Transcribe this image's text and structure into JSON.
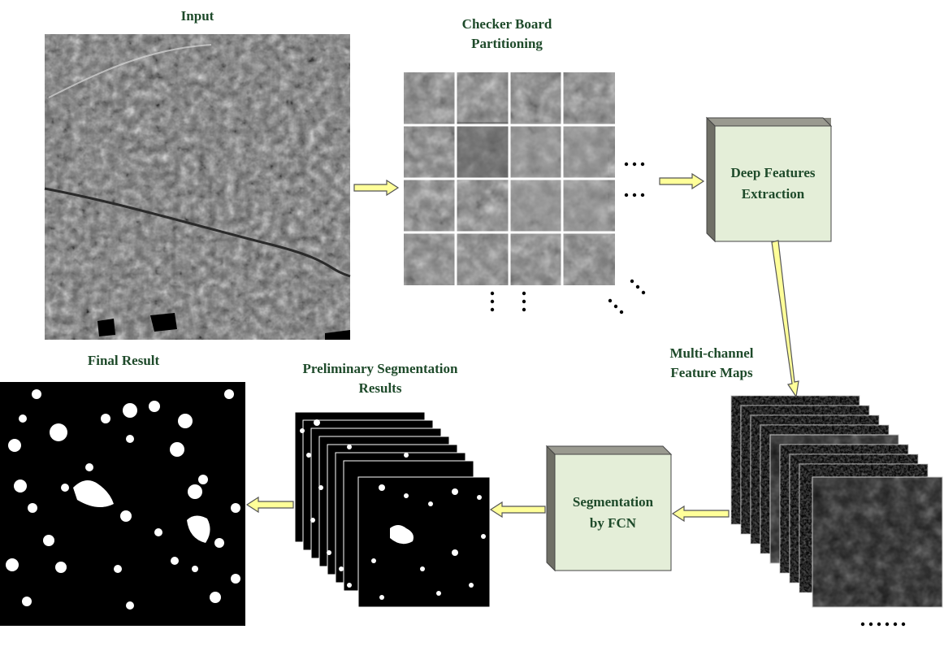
{
  "labels": {
    "input": "Input",
    "checker_line1": "Checker Board",
    "checker_line2": "Partitioning",
    "deep_line1": "Deep Features",
    "deep_line2": "Extraction",
    "multichannel_line1": "Multi-channel",
    "multichannel_line2": "Feature Maps",
    "segmentation_line1": "Segmentation",
    "segmentation_line2": "by FCN",
    "preliminary_line1": "Preliminary Segmentation",
    "preliminary_line2": "Results",
    "final": "Final Result"
  },
  "colors": {
    "label_text": "#1e4a2a",
    "box_face": "#e4eed8",
    "box_side": "#6f6f66",
    "arrow_fill": "#ffff99",
    "arrow_stroke": "#555555"
  },
  "icons": {
    "flow_arrow": "right-arrow-icon",
    "continuation": "ellipsis-icon"
  }
}
